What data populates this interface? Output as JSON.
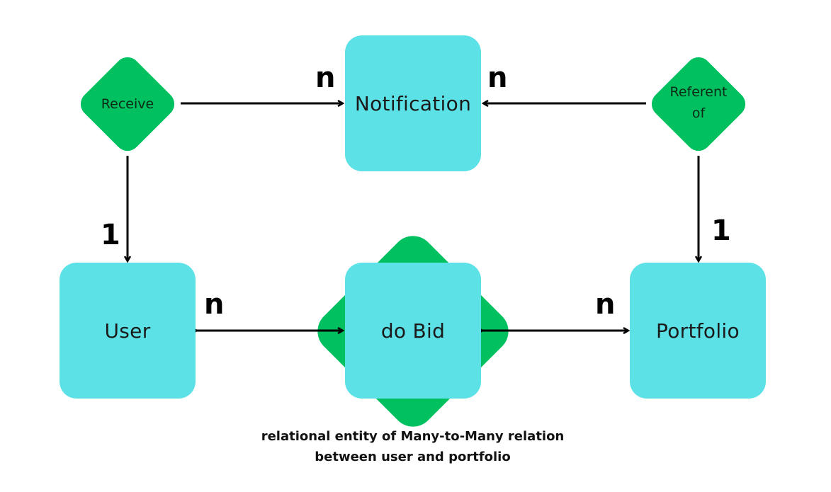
{
  "entities": {
    "notification": "Notification",
    "user": "User",
    "do_bid": "do Bid",
    "portfolio": "Portfolio"
  },
  "relationships": {
    "receive": "Receive",
    "referent_of_line1": "Referent",
    "referent_of_line2": "of"
  },
  "cardinalities": {
    "receive_to_notification": "n",
    "referent_to_notification": "n",
    "receive_to_user": "1",
    "referent_to_portfolio": "1",
    "user_to_bid": "n",
    "bid_to_portfolio": "n"
  },
  "caption": {
    "line1": "relational entity of Many-to-Many relation",
    "line2": "between user and portfolio"
  },
  "colors": {
    "entity_fill": "#5ce1e6",
    "relationship_fill": "#00c060",
    "arrow": "#000000"
  }
}
